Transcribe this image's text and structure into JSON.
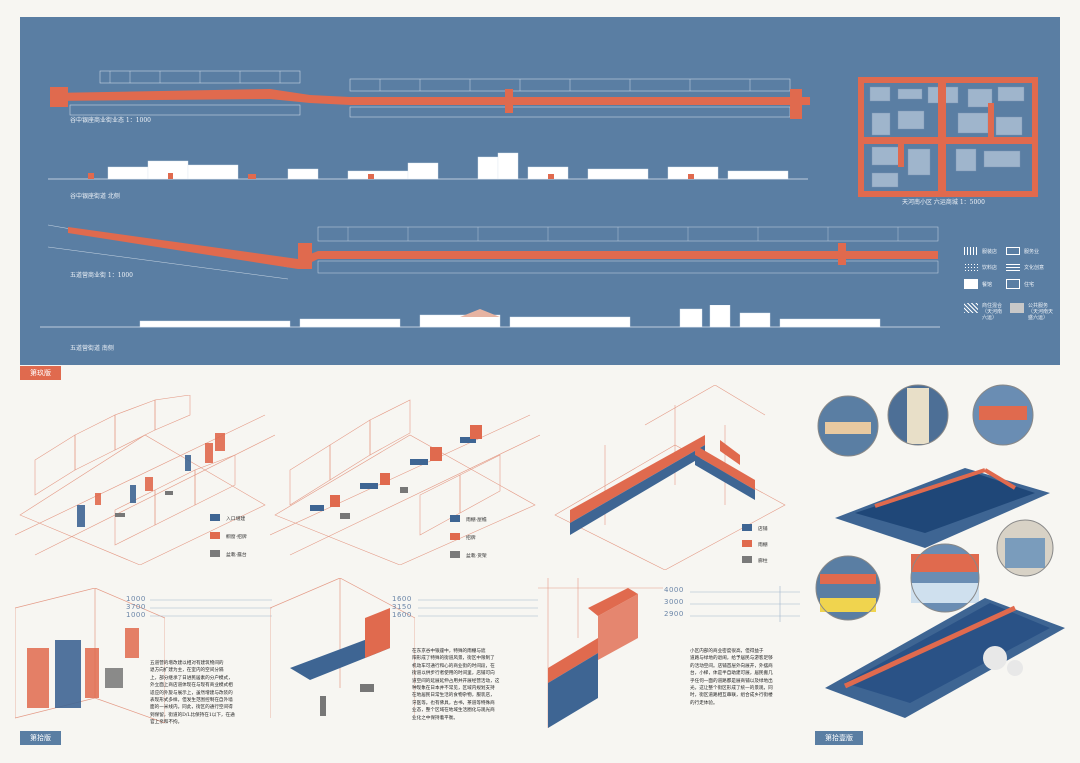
{
  "colors": {
    "panel": "#5a7ea3",
    "accent": "#e06a4e",
    "navy": "#3e6593",
    "grey": "#7a7a7a"
  },
  "panel9": {
    "captions": {
      "map1": "谷中银座商业街业态 1：1000",
      "elev1": "谷中银座街道 北侧",
      "map2": "五道营商业街 1：1000",
      "elev2": "五道营街道 南侧",
      "map3": "天河南小区 六运商城 1：5000"
    },
    "legend": [
      {
        "label": "服装店",
        "icon": "hatch-icon"
      },
      {
        "label": "服务业",
        "icon": "grid-icon"
      },
      {
        "label": "饮料店",
        "icon": "dots-icon"
      },
      {
        "label": "文化创意",
        "icon": "stripes-icon"
      },
      {
        "label": "餐馆",
        "icon": "solid-white-icon"
      },
      {
        "label": "住宅",
        "icon": "outline-icon"
      },
      {
        "label": "商住混合（天河南六运）",
        "icon": "mixed-icon"
      },
      {
        "label": "公共服务（天河南天盛六运）",
        "icon": "public-icon"
      }
    ],
    "tag": "第玖版"
  },
  "panel10": {
    "tag": "第拾版",
    "keys1": [
      "入口增建",
      "橱窗·招牌",
      "盆栽·露台"
    ],
    "keys2": [
      "雨棚·屋檐",
      "招牌",
      "盆栽·货架"
    ],
    "keys3": [
      "店铺",
      "雨棚",
      "廊柱"
    ],
    "dims1": [
      "1000",
      "3700",
      "1000"
    ],
    "dims2": [
      "1600",
      "3150",
      "1600"
    ],
    "dims3": [
      "4000",
      "3000",
      "2900"
    ],
    "text1": "五道营的增改建以相对有建筑物间的\n退方向扩建为主，在室内的空间分隔\n上，部分继承了日进民居素的分户模式，\n外立面上商店道体现在与现有商业模式相\n适应的外旋与展示上，虽然增建与改装的\n表现形式多样，但发生范围控制在自外墙\n面的一米线内。同此，街区的通行空间得\n到保留，街道的D/L比保持在1以下，在通\n官上亲和不拘。",
    "text2": "在东京谷中银座中，特殊的雨棚与遮\n阳形成了特殊的街道风景，街区中限制了\n机动车可通行和心的商业街的时间段，在\n街道以供步行者使用的时间里，店铺可向\n道空间的延展延伸占用并开展经营活动，这\n种现象在日本并不常见，区域内规划支持\n在地居民日常生活的食物杂物，服装店，\n牙医等。也有佛具，古书，茶道等特殊商\n业态，整个区域在地域生活圈化与观光商\n业化之中保持着平衡。",
    "text3": "小区内部的商业密度很高，但得益于\n道路与绿地的退阔，给予居民与游客足够\n的活动空间。店铺首层外向展开，外摆商\n台，小梯，体是半自助建可展，居民搬几\n乎任何一面的道路都是展商铺以及绿地出\n光，这让整个街区形成了统一的景观，同\n时，街区道路相互串联，组合成乡行街楼\n的行走体验。"
  },
  "panel11": {
    "tag": "第拾壹版"
  }
}
